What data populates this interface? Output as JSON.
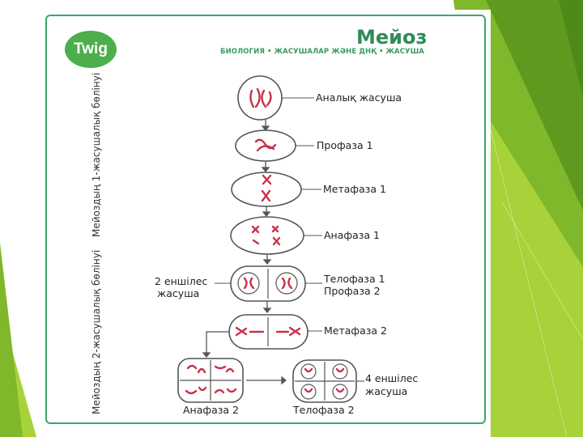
{
  "slide": {
    "colors": {
      "green_light": "#a7d23a",
      "green_mid": "#7fb82a",
      "green_dark": "#5f9a1e",
      "cell_fill": "#ffffff",
      "chromosome": "#c8324a",
      "outline": "#555555"
    }
  },
  "card": {
    "logo": "Twig",
    "title": "Мейоз",
    "subtitle": "БИОЛОГИЯ • ЖАСУШАЛАР ЖӘНЕ ДНҚ • ЖАСУША",
    "side_label_1": "Мейоздың 1-жасушалық бөлінуі",
    "side_label_2": "Мейоздың 2-жасушалық бөлінуі"
  },
  "stages": {
    "parent": "Аналық жасуша",
    "prophase1": "Профаза 1",
    "metaphase1": "Метафаза 1",
    "anaphase1": "Анафаза 1",
    "telophase1": "Телофаза 1",
    "prophase2": "Профаза 2",
    "metaphase2": "Метафаза 2",
    "anaphase2": "Анафаза 2",
    "telophase2": "Телофаза 2",
    "two_daughter_1": "2 еншілес",
    "two_daughter_2": "жасуша",
    "four_daughter_1": "4 еншілес",
    "four_daughter_2": "жасуша"
  }
}
